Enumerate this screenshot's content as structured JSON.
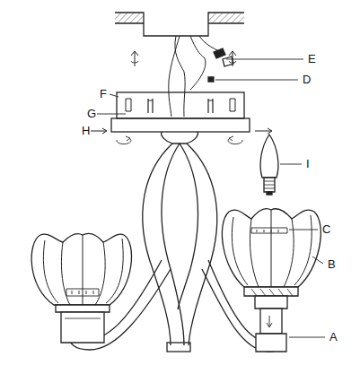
{
  "diagram": {
    "labels": [
      "E",
      "D",
      "F",
      "G",
      "H",
      "I",
      "C",
      "B",
      "A"
    ]
  }
}
